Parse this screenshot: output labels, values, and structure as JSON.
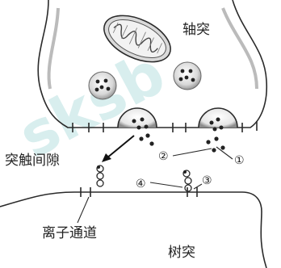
{
  "labels": {
    "axon_terminal": "轴突",
    "synaptic_cleft": "突触间隙",
    "ion_channel": "离子通道",
    "dendrite": "树突"
  },
  "numbers": {
    "n1": "①",
    "n2": "②",
    "n3": "③",
    "n4": "④"
  },
  "watermark": "sksb",
  "colors": {
    "outline": "#2a2a2a",
    "fill_gray": "#bfbfbf",
    "watermark": "#bfe3e3"
  }
}
